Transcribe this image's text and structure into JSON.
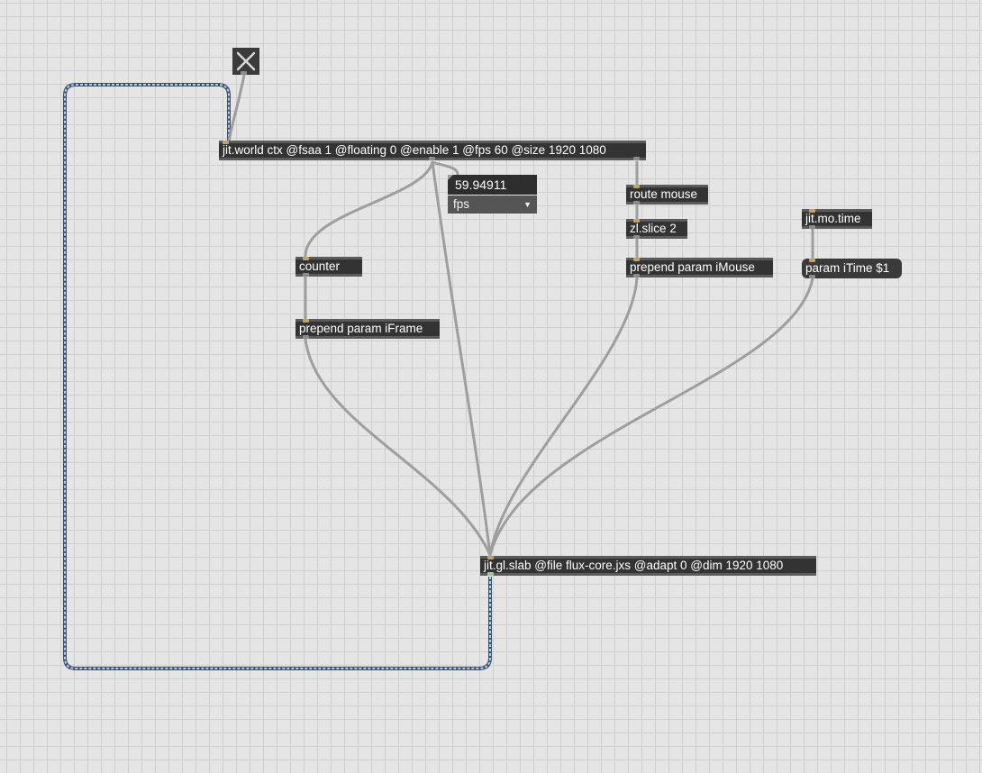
{
  "toggle": {
    "icon": "x-toggle-icon",
    "state": "on"
  },
  "objects": {
    "jit_world": "jit.world ctx @fsaa 1 @floating 0 @enable 1 @fps 60 @size 1920 1080",
    "route_mouse": "route mouse",
    "zl_slice": "zl.slice 2",
    "prepend_imouse": "prepend param iMouse",
    "jit_mo_time": "jit.mo.time",
    "counter": "counter",
    "prepend_iframe": "prepend param iFrame",
    "jit_gl_slab": "jit.gl.slab @file flux-core.jxs @adapt 0 @dim 1920 1080"
  },
  "messages": {
    "param_itime": "param iTime $1"
  },
  "fps_display": {
    "value": "59.94911",
    "menu_label": "fps"
  },
  "colors": {
    "canvas": "#e5e5e5",
    "grid": "#cfcfcf",
    "object": "#333333",
    "patchcord": "#9e9e9e",
    "matrix_cord": "#7f9fc4"
  }
}
